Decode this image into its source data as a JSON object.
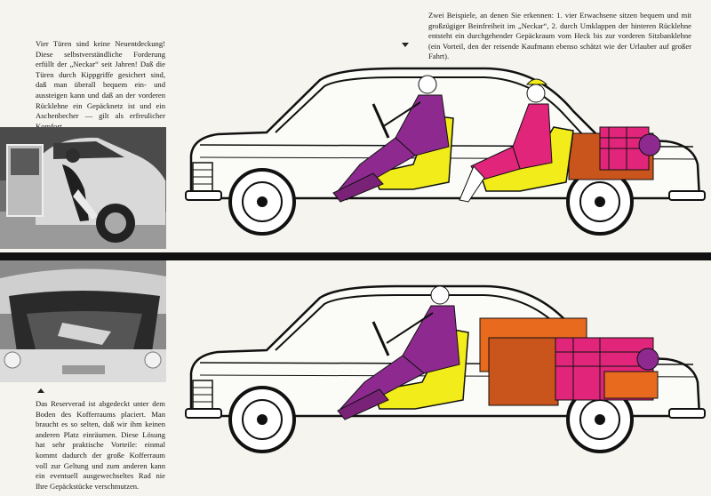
{
  "left_top_text": "Vier Türen sind keine Neuentdeckung! Diese selbstverständliche Forderung erfüllt der „Neckar“ seit Jahren! Daß die Türen durch Kippgriffe gesichert sind, daß man überall bequem ein- und aussteigen kann und daß an der vorderen Rücklehne ein Gepäcknetz ist und ein Aschenbecher — gilt als erfreulicher Komfort.",
  "top_right_text": "Zwei Beispiele, an denen Sie erkennen: 1. vier Erwachsene sitzen bequem und mit großzügiger Beinfreiheit im „Neckar“, 2. durch Umklappen der hinteren Rücklehne entsteht ein durchgehender Gepäckraum vom Heck bis zur vorderen Sitzbanklehne (ein Vorteil, den der reisende Kaufmann ebenso schätzt wie der Urlauber auf großer Fahrt).",
  "left_bottom_text": "Das Reserverad ist abgedeckt unter dem Boden des Kofferraums placiert. Man braucht es so selten, daß wir ihm keinen anderen Platz einräumen. Diese Lösung hat sehr praktische Vorteile: einmal kommt dadurch der große Kofferraum voll zur Geltung und zum anderen kann ein eventuell ausgewechseltes Rad nie Ihre Gepäckstücke verschmutzen.",
  "colors": {
    "paper": "#f6f4ee",
    "purple": "#8e2a8f",
    "yellow": "#f2ec1a",
    "magenta": "#e0257a",
    "orange": "#e86a1e",
    "brown_orange": "#c9541c",
    "band": "#111111"
  }
}
